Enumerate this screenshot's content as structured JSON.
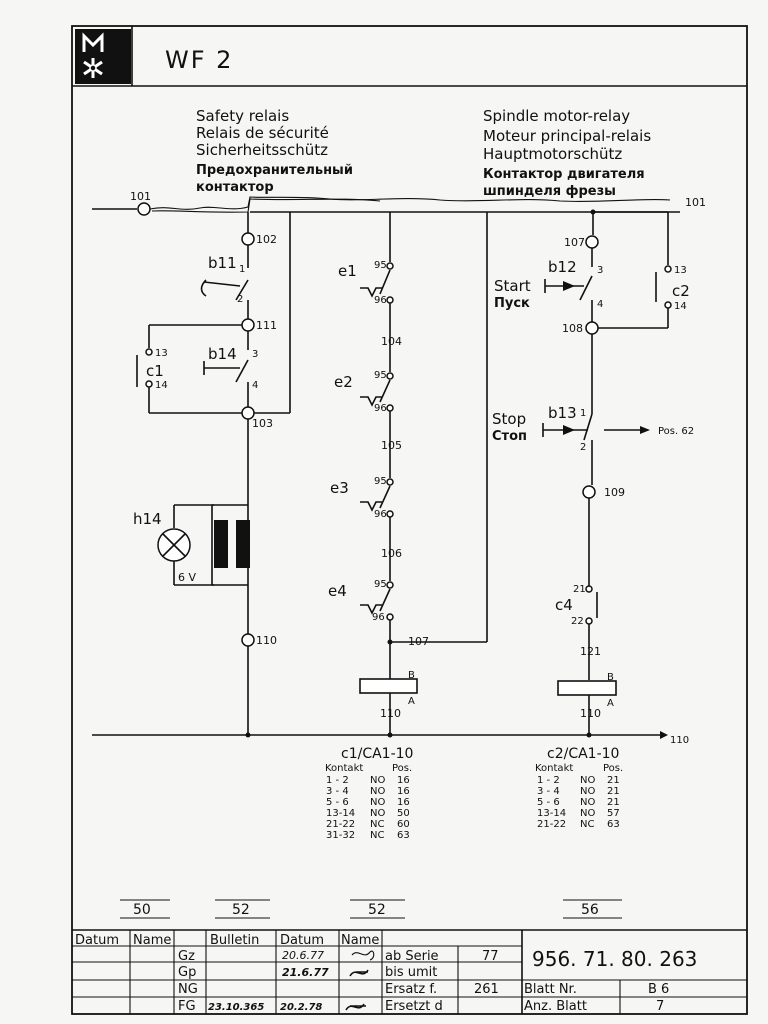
{
  "sheet_title": "WF 2",
  "titles": {
    "left": [
      "Safety relais",
      "Relais de sécurité",
      "Sicherheitsschütz",
      "Предохранительный",
      "контактор"
    ],
    "right": [
      "Spindle motor-relay",
      "Moteur principal-relais",
      "Hauptmotorschütz",
      "Контактор двигателя",
      "шпинделя фрезы"
    ]
  },
  "wires": {
    "w101_left": "101",
    "w101_right": "101",
    "w110": "110"
  },
  "left_circuit": {
    "nodes": [
      "102",
      "111",
      "103",
      "110"
    ],
    "b11": {
      "name": "b11",
      "t1": "1",
      "t2": "2"
    },
    "b14": {
      "name": "b14",
      "t1": "3",
      "t2": "4"
    },
    "c1": {
      "name": "c1",
      "t1": "13",
      "t2": "14"
    },
    "h14": {
      "name": "h14",
      "volt": "6 V"
    }
  },
  "middle_circuit": {
    "switches": [
      "e1",
      "e2",
      "e3",
      "e4"
    ],
    "t95": "95",
    "t96": "96",
    "wires": [
      "104",
      "105",
      "106"
    ],
    "w107": "107",
    "coil": {
      "b": "B",
      "a": "A",
      "bottom": "110"
    },
    "contactor": "c1/CA1-10",
    "table_head": [
      "Kontakt",
      "Pos."
    ],
    "table": [
      [
        "1 - 2",
        "NO",
        "16"
      ],
      [
        "3 - 4",
        "NO",
        "16"
      ],
      [
        "5 - 6",
        "NO",
        "16"
      ],
      [
        "13-14",
        "NO",
        "50"
      ],
      [
        "21-22",
        "NC",
        "60"
      ],
      [
        "31-32",
        "NC",
        "63"
      ]
    ]
  },
  "right_circuit": {
    "nodes": [
      "107",
      "108",
      "109"
    ],
    "b12": {
      "name": "b12",
      "label1": "Start",
      "label2": "Пуск",
      "t1": "3",
      "t2": "4"
    },
    "c2": {
      "name": "c2",
      "t1": "13",
      "t2": "14"
    },
    "b13": {
      "name": "b13",
      "label1": "Stop",
      "label2": "Стоп",
      "t1": "1",
      "t2": "2",
      "pos": "Pos. 62"
    },
    "c4": {
      "name": "c4",
      "t1": "21",
      "t2": "22"
    },
    "w121": "121",
    "coil": {
      "b": "B",
      "a": "A",
      "bottom": "110"
    },
    "contactor": "c2/CA1-10",
    "table_head": [
      "Kontakt",
      "Pos."
    ],
    "table": [
      [
        "1 - 2",
        "NO",
        "21"
      ],
      [
        "3 - 4",
        "NO",
        "21"
      ],
      [
        "5 - 6",
        "NO",
        "21"
      ],
      [
        "13-14",
        "NO",
        "57"
      ],
      [
        "21-22",
        "NC",
        "63"
      ]
    ]
  },
  "column_refs": [
    "50",
    "52",
    "52",
    "56"
  ],
  "title_block": {
    "headers": [
      "Datum",
      "Name",
      "Bulletin",
      "Datum",
      "Name"
    ],
    "rows": [
      {
        "code": "Gz",
        "datum": "20.6.77",
        "name": "sig",
        "label": "ab Serie",
        "value": "77"
      },
      {
        "code": "Gp",
        "datum": "21.6.77",
        "name": "sig",
        "label": "bis umit",
        "value": ""
      },
      {
        "code": "NG",
        "datum": "",
        "name": "",
        "label": "Ersatz f.",
        "value": "261"
      },
      {
        "code": "FG",
        "bulletin": "23.10.365",
        "datum": "20.2.78",
        "name": "sig",
        "label": "Ersetzt d",
        "value": ""
      }
    ],
    "drawing_no": "956. 71. 80. 263",
    "blatt_label": "Blatt Nr.",
    "blatt_value": "B 6",
    "anz_label": "Anz. Blatt",
    "anz_value": "7"
  }
}
